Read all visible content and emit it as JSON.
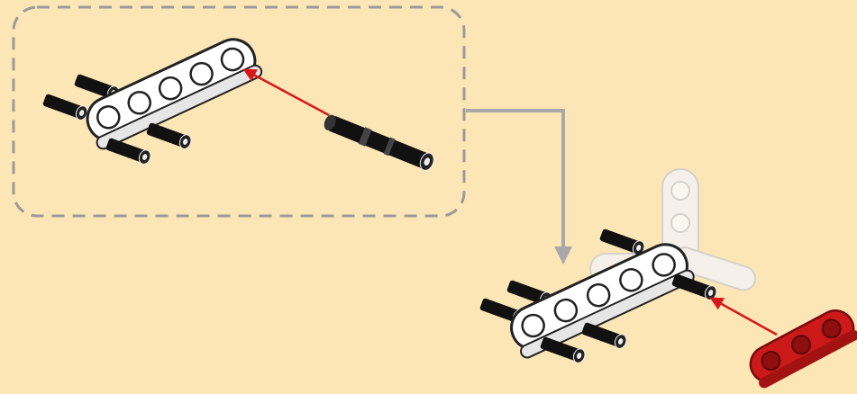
{
  "diagram": {
    "background_color": "#fde6b5",
    "callout_border_color": "#9a9a9a",
    "flow_arrow_color": "#a8a8a8",
    "insert_arrow_color": "#d81818",
    "beam_color": "#ffffff",
    "red_beam_color": "#cc1a1a",
    "pin_color": "#111111",
    "ghost_part_color": "#f4f4f4",
    "steps": [
      {
        "parts": [
          "white-liftarm-beam",
          "black-axle-pin"
        ],
        "action": "insert-pin-into-end-hole"
      },
      {
        "parts": [
          "white-liftarm-subassembly",
          "red-liftarm-beam"
        ],
        "action": "attach-red-beam-to-pin"
      }
    ]
  }
}
